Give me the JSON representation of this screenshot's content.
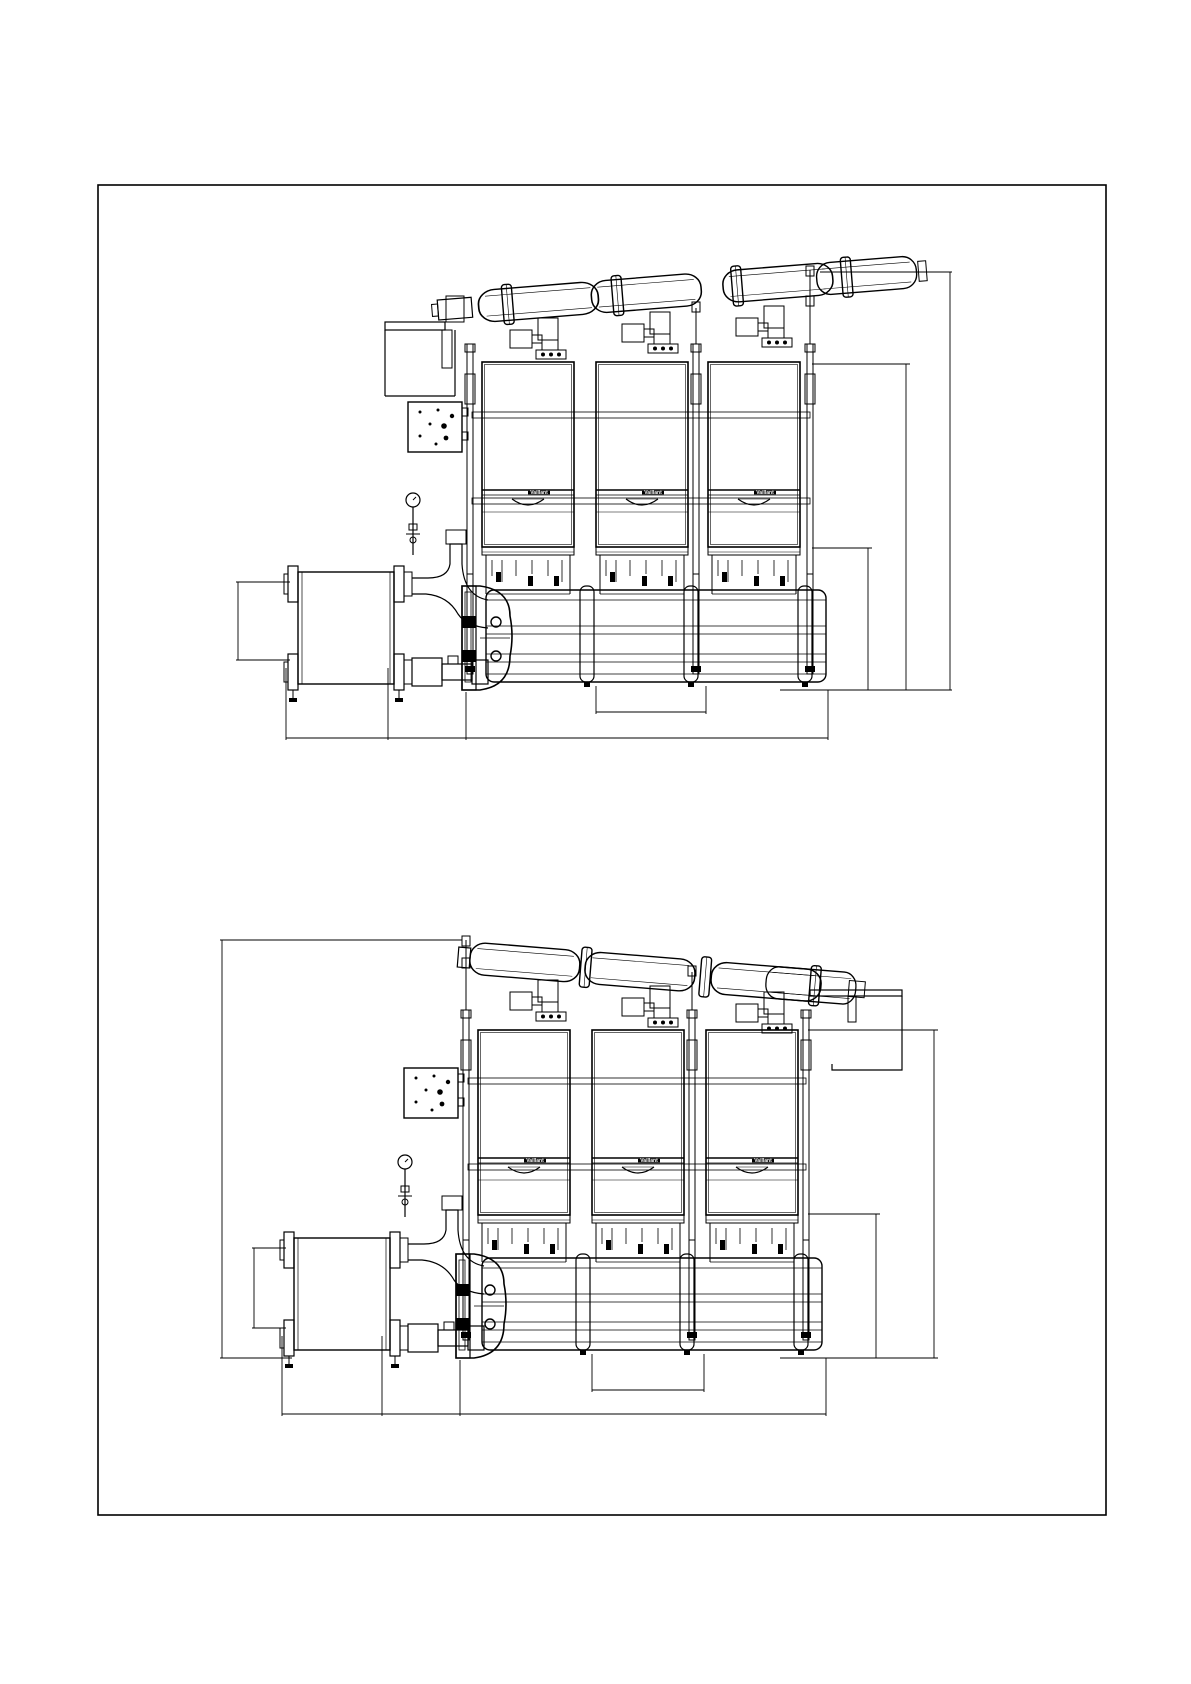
{
  "drawing": {
    "title": "",
    "views": [
      {
        "name": "front-view-upper",
        "boilers": [
          {
            "logo": "Vaillant"
          },
          {
            "logo": "Vaillant"
          },
          {
            "logo": "Vaillant"
          }
        ]
      },
      {
        "name": "front-view-lower",
        "boilers": [
          {
            "logo": "Vaillant"
          },
          {
            "logo": "Vaillant"
          },
          {
            "logo": "Vaillant"
          }
        ]
      }
    ]
  },
  "colors": {
    "line": "#000000",
    "background": "#ffffff"
  }
}
